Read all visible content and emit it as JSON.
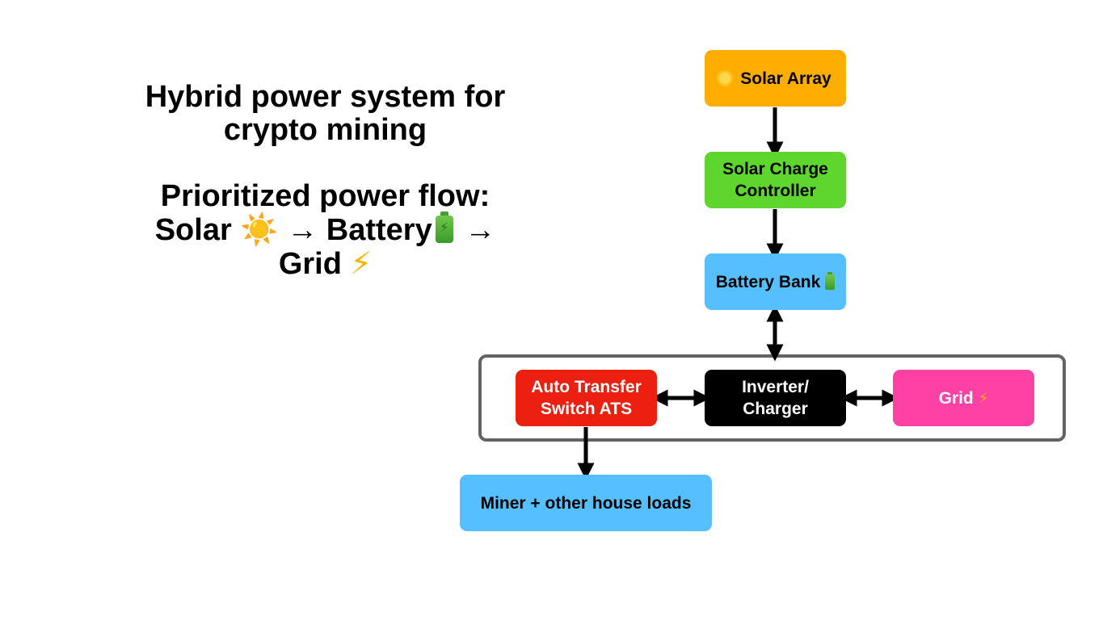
{
  "title": {
    "line1": "Hybrid power system for",
    "line2": "crypto mining"
  },
  "flow": {
    "heading": "Prioritized power flow:",
    "solar_label": "Solar",
    "sun_icon": "sun-emoji",
    "arrow": "→",
    "battery_label": "Battery",
    "battery_icon": "battery-emoji",
    "grid_label": "Grid",
    "bolt_icon": "high-voltage-emoji"
  },
  "nodes": {
    "solar_array": {
      "label": "Solar Array",
      "icon": "sun-emoji",
      "color": "#ffae00"
    },
    "charge_controller": {
      "label": "Solar Charge\nController",
      "color": "#5ed62d"
    },
    "battery_bank": {
      "label": "Battery Bank",
      "icon": "battery-emoji",
      "color": "#55bfff"
    },
    "ats": {
      "label": "Auto Transfer\nSwitch ATS",
      "color": "#eb2010"
    },
    "inverter": {
      "label": "Inverter/\nCharger",
      "color": "#000000"
    },
    "grid": {
      "label": "Grid",
      "icon": "high-voltage-emoji",
      "color": "#ff40a5"
    },
    "loads": {
      "label": "Miner + other house loads",
      "color": "#55bfff"
    }
  },
  "edges": [
    {
      "from": "solar_array",
      "to": "charge_controller",
      "direction": "one-way"
    },
    {
      "from": "charge_controller",
      "to": "battery_bank",
      "direction": "one-way"
    },
    {
      "from": "battery_bank",
      "to": "inverter",
      "direction": "two-way"
    },
    {
      "from": "ats",
      "to": "inverter",
      "direction": "two-way"
    },
    {
      "from": "inverter",
      "to": "grid",
      "direction": "two-way"
    },
    {
      "from": "ats",
      "to": "loads",
      "direction": "one-way"
    }
  ],
  "colors": {
    "group_border": "#636363",
    "arrow": "#000000"
  }
}
